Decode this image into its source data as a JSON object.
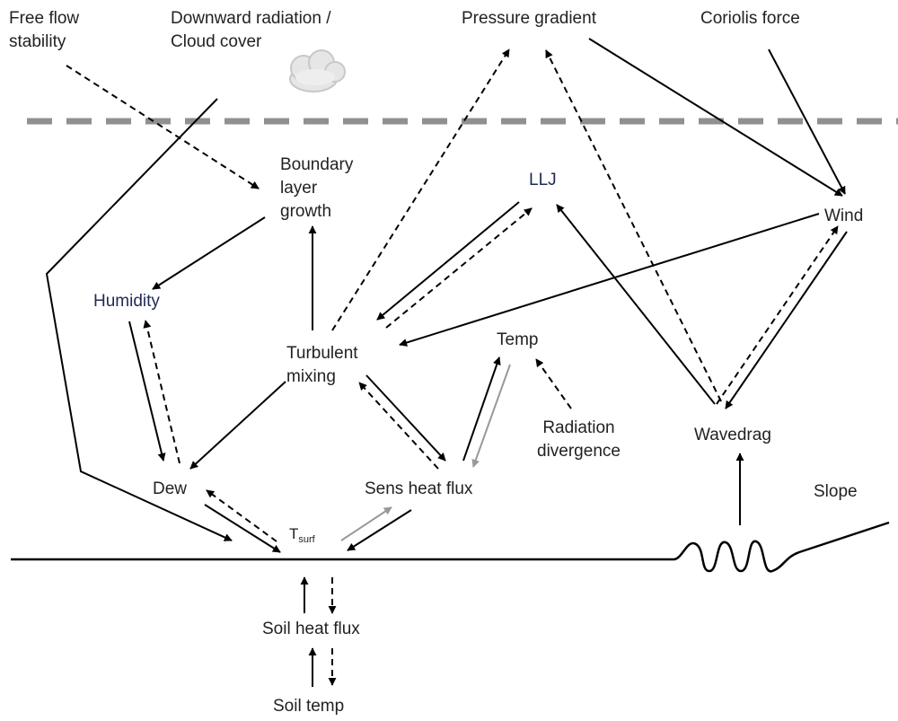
{
  "diagram": {
    "labels": {
      "free_flow_stability_1": "Free flow",
      "free_flow_stability_2": "stability",
      "downward_radiation_1": "Downward radiation /",
      "downward_radiation_2": "Cloud cover",
      "pressure_gradient": "Pressure gradient",
      "coriolis_force": "Coriolis force",
      "boundary_layer_1": "Boundary",
      "boundary_layer_2": "layer",
      "boundary_layer_3": "growth",
      "llj": "LLJ",
      "wind": "Wind",
      "humidity": "Humidity",
      "turbulent_mixing_1": "Turbulent",
      "turbulent_mixing_2": "mixing",
      "temp": "Temp",
      "radiation_divergence_1": "Radiation",
      "radiation_divergence_2": "divergence",
      "wavedrag": "Wavedrag",
      "dew": "Dew",
      "sens_heat_flux": "Sens heat flux",
      "slope": "Slope",
      "t_surf_main": "T",
      "t_surf_sub": "surf",
      "soil_heat_flux": "Soil heat flux",
      "soil_temp": "Soil temp"
    },
    "colors": {
      "arrow": "#000000",
      "arrow_gray": "#999999",
      "boundary_line": "#909090",
      "navy_text": "#1f2a55",
      "cloud": "#cfcfcf"
    },
    "icons": [
      "cloud-icon"
    ]
  }
}
